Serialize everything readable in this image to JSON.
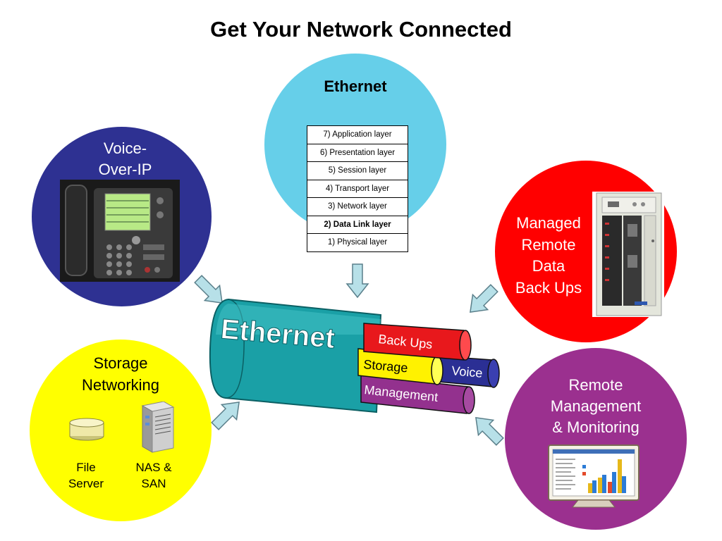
{
  "title": "Get Your Network Connected",
  "ethernet_circle": {
    "label": "Ethernet",
    "osi_layers": [
      "7) Application layer",
      "6) Presentation layer",
      "5) Session layer",
      "4) Transport layer",
      "3) Network layer",
      "2) Data Link layer",
      "1) Physical layer"
    ],
    "highlighted_layer": "2) Data Link layer"
  },
  "voip_circle": {
    "label_line1": "Voice-",
    "label_line2": "Over-IP"
  },
  "backup_circle": {
    "line1": "Managed",
    "line2": "Remote",
    "line3": "Data",
    "line4": "Back Ups"
  },
  "storage_circle": {
    "line1": "Storage",
    "line2": "Networking",
    "file_server": [
      "File",
      "Server"
    ],
    "nas_san": [
      "NAS &",
      "SAN"
    ]
  },
  "remote_circle": {
    "line1": "Remote",
    "line2": "Management",
    "line3": "& Monitoring"
  },
  "cable": {
    "main_label": "Ethernet",
    "tubes": [
      "Back Ups",
      "Storage",
      "Voice",
      "Management"
    ]
  },
  "colors": {
    "ethernet_circle": "#66cfe9",
    "voip_circle": "#2e3192",
    "backup_circle": "#ff0000",
    "storage_circle": "#ffff00",
    "remote_circle": "#9b308f",
    "cable": "#1aa0a6",
    "tube_backups": "#e8181c",
    "tube_storage": "#fff200",
    "tube_voice": "#2b2f94",
    "tube_management": "#93318e",
    "arrow_fill": "#b7e0e8"
  }
}
